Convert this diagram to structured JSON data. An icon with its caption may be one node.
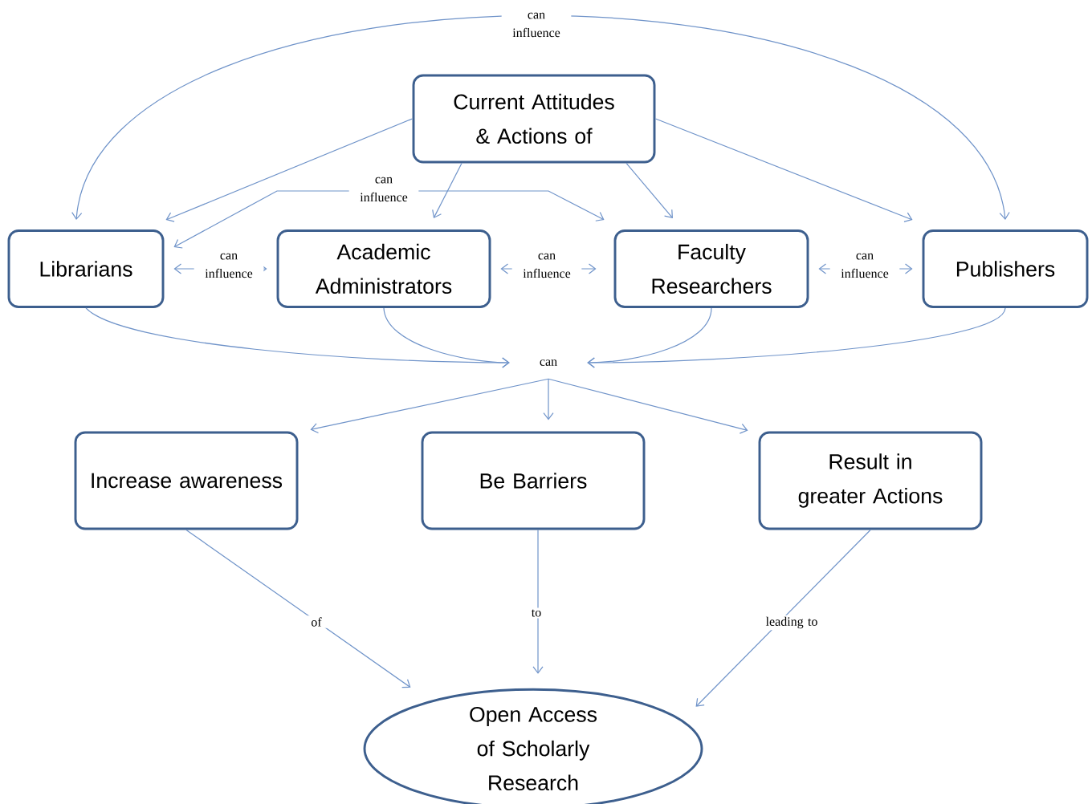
{
  "diagram": {
    "nodes": [
      {
        "text": [
          "Current Attitudes & Actions of"
        ]
      },
      {
        "text": [
          "Librarians"
        ]
      },
      {
        "text": [
          "Academic Administrators"
        ]
      },
      {
        "text": [
          "Faculty Researchers"
        ]
      },
      {
        "text": [
          "Publishers"
        ]
      },
      {
        "text": [
          "can"
        ]
      },
      {
        "text": [
          "Increase awareness"
        ]
      },
      {
        "text": [
          "Be Barriers"
        ]
      },
      {
        "text": [
          "Result in greater Actions"
        ]
      },
      {
        "text": [
          "Open Access of Scholarly Research"
        ]
      }
    ],
    "edges": [
      {
        "from": 0,
        "to": 1,
        "arrow": "to"
      },
      {
        "from": 0,
        "to": 2,
        "arrow": "to"
      },
      {
        "from": 0,
        "to": 3,
        "arrow": "to"
      },
      {
        "from": 0,
        "to": 4,
        "arrow": "to"
      },
      {
        "from": 1,
        "to": 4,
        "arrow": "both",
        "label": "can influence"
      },
      {
        "from": 1,
        "to": 3,
        "arrow": "both",
        "label": "can influence"
      },
      {
        "from": 1,
        "to": 2,
        "arrow": "both",
        "label": "can influence"
      },
      {
        "from": 2,
        "to": 3,
        "arrow": "both",
        "label": "can influence"
      },
      {
        "from": 3,
        "to": 4,
        "arrow": "both",
        "label": "can influence"
      },
      {
        "from": 1,
        "to": 5,
        "arrow": "to"
      },
      {
        "from": 2,
        "to": 5,
        "arrow": "to"
      },
      {
        "from": 3,
        "to": 5,
        "arrow": "to"
      },
      {
        "from": 4,
        "to": 5,
        "arrow": "to"
      },
      {
        "from": 5,
        "to": 6,
        "arrow": "to"
      },
      {
        "from": 5,
        "to": 7,
        "arrow": "to"
      },
      {
        "from": 5,
        "to": 8,
        "arrow": "to"
      },
      {
        "from": 6,
        "to": 9,
        "arrow": "to",
        "label": "of"
      },
      {
        "from": 7,
        "to": 9,
        "arrow": "to",
        "label": "to"
      },
      {
        "from": 8,
        "to": 9,
        "arrow": "to",
        "label": "leading to"
      }
    ]
  }
}
